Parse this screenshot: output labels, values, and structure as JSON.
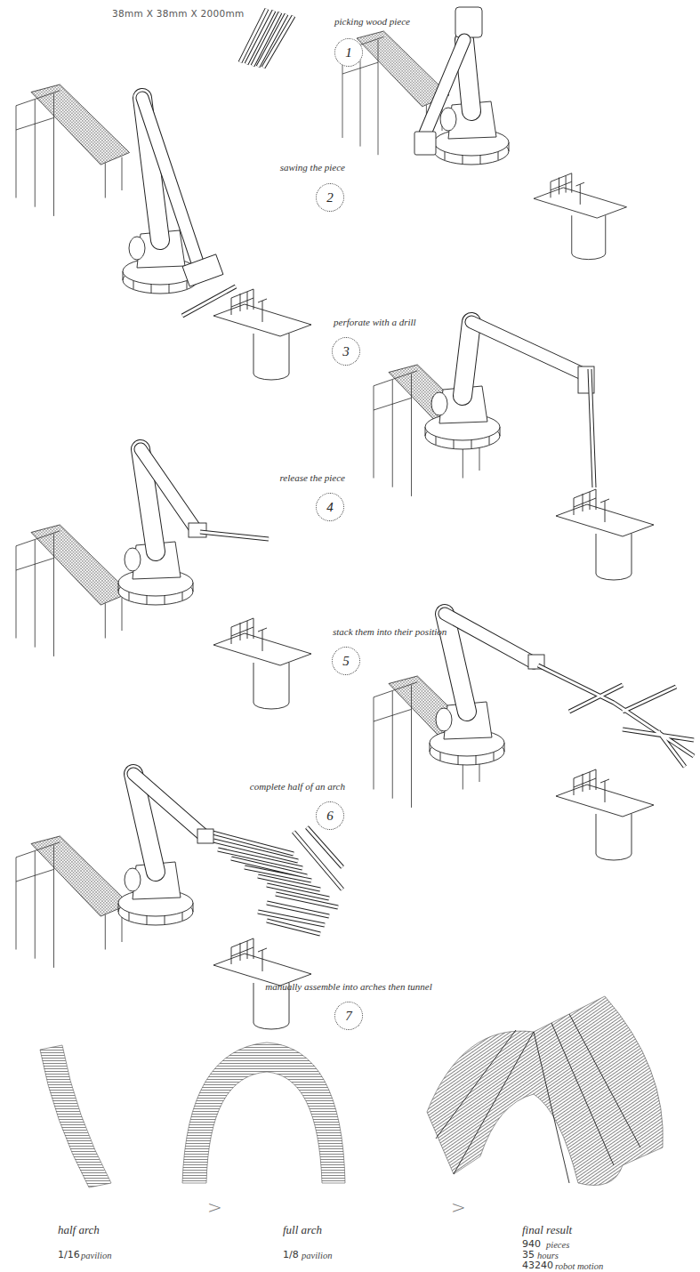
{
  "diagram": {
    "nodes": [
      {
        "text": [
          "picking wood piece",
          "1"
        ]
      },
      {
        "text": [
          "sawing the piece",
          "2"
        ]
      },
      {
        "text": [
          "perforate with a drill",
          "3"
        ]
      },
      {
        "text": [
          "release the piece",
          "4"
        ]
      },
      {
        "text": [
          "stack them into their position",
          "5"
        ]
      },
      {
        "text": [
          "complete half of an arch",
          "6"
        ]
      },
      {
        "text": [
          "manually assemble into arches then tunnel",
          "7"
        ]
      }
    ],
    "labels": [
      "38mm X 38mm X 2000mm",
      "half arch",
      "1/16",
      "pavilion",
      "full arch",
      "1/8",
      "pavilion",
      "final result",
      "940",
      "pieces",
      "35",
      "hours",
      "43240",
      "robot motion",
      ">",
      ">"
    ]
  }
}
